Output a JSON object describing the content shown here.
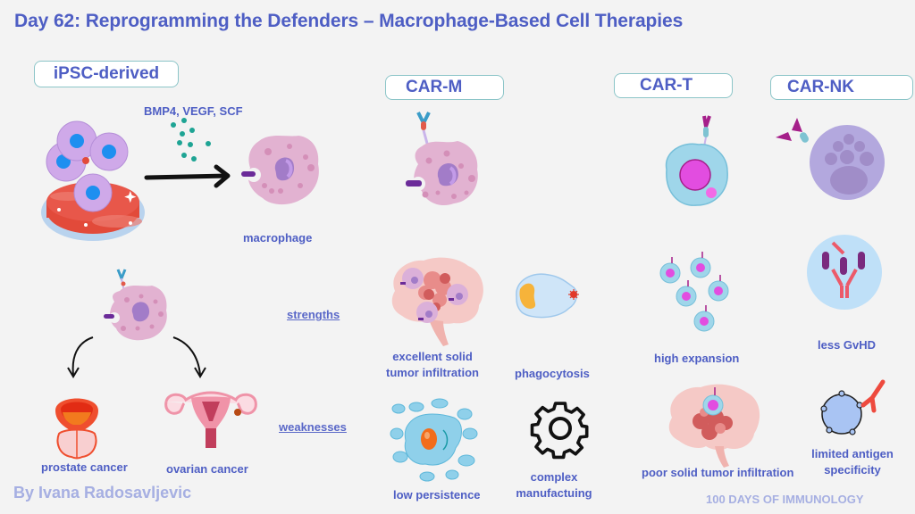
{
  "title": "Day 62: Reprogramming the Defenders – Macrophage-Based Cell Therapies",
  "sections": {
    "ipsc": "iPSC-derived",
    "car_m": "CAR-M",
    "car_t": "CAR-T",
    "car_nk": "CAR-NK"
  },
  "ipsc_panel": {
    "factors": "BMP4, VEGF, SCF",
    "product": "macrophage",
    "targets": [
      "prostate cancer",
      "ovarian cancer"
    ]
  },
  "row_labels": {
    "strengths": "strengths",
    "weaknesses": "weaknesses"
  },
  "car_m": {
    "strengths": [
      "excellent solid tumor infiltration",
      "phagocytosis"
    ],
    "strength_lines": [
      "excellent solid",
      "tumor infiltration"
    ],
    "weaknesses": [
      "low persistence",
      "complex manufactuing"
    ],
    "weakness_lines": [
      "complex",
      "manufactuing"
    ]
  },
  "car_t": {
    "strength": "high expansion",
    "weakness": "poor solid tumor infiltration"
  },
  "car_nk": {
    "strength": "less GvHD",
    "weakness_lines": [
      "limited antigen",
      "specificity"
    ]
  },
  "icons": [
    "petri-dish-stem-cells",
    "arrow-right",
    "macrophage",
    "car-macrophage",
    "brain-tumor",
    "phagocyte",
    "cells-cluster",
    "gear",
    "t-cell",
    "nk-cell",
    "antibody",
    "immune-cell-with-antibody",
    "prostate",
    "uterus"
  ],
  "footer": {
    "author": "By Ivana Radosavljevic",
    "series": "100 DAYS OF IMMUNOLOGY"
  },
  "colors": {
    "text": "#4e5ec4",
    "pill_border": "#8cc5c8",
    "footer": "#a6afe2",
    "background": "#f3f3f3"
  }
}
